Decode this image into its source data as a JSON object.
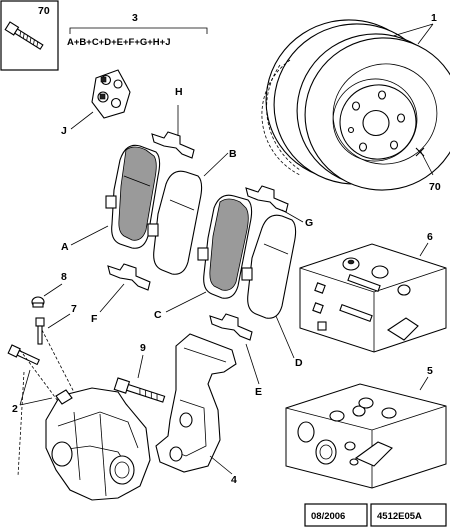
{
  "callouts": {
    "c1": "1",
    "c2": "2",
    "c3": "3",
    "c4": "4",
    "c5": "5",
    "c6": "6",
    "c7": "7",
    "c8": "8",
    "c9": "9",
    "c70a": "70",
    "c70b": "70",
    "cA": "A",
    "cB": "B",
    "cC": "C",
    "cD": "D",
    "cE": "E",
    "cF": "F",
    "cG": "G",
    "cH": "H",
    "cJ": "J"
  },
  "kit_formula": "A+B+C+D+E+F+G+H+J",
  "footer": {
    "date": "08/2006",
    "reference": "4512E05A"
  }
}
